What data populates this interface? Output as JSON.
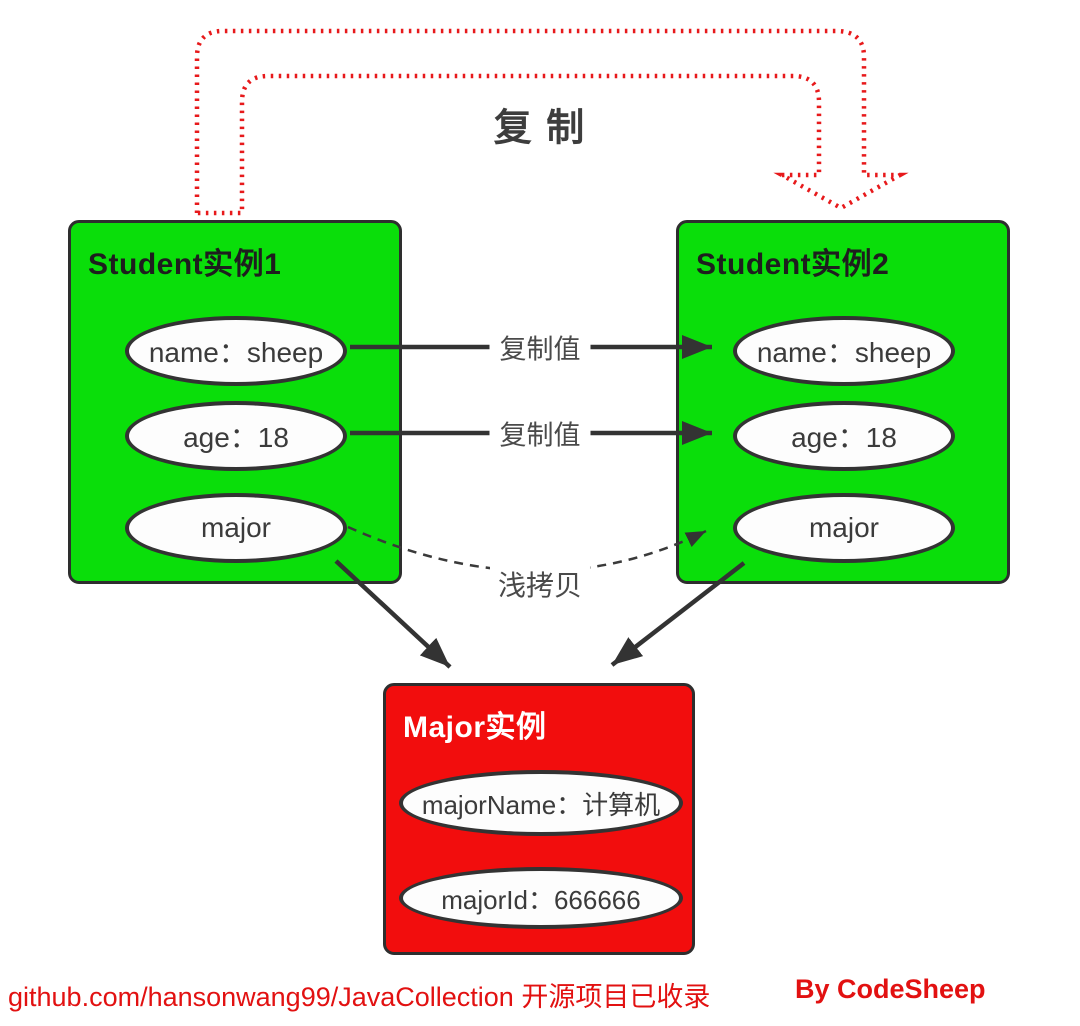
{
  "diagram": {
    "copy_label": "复 制",
    "student1": {
      "title": "Student实例1",
      "fields": [
        "name：sheep",
        "age：18",
        "major"
      ]
    },
    "student2": {
      "title": "Student实例2",
      "fields": [
        "name：sheep",
        "age：18",
        "major"
      ]
    },
    "major": {
      "title": "Major实例",
      "fields": [
        "majorName：计算机",
        "majorId：666666"
      ]
    },
    "arrow_labels": {
      "copy_value_top": "复制值",
      "copy_value_bottom": "复制值",
      "shallow_copy": "浅拷贝"
    }
  },
  "footer": {
    "repo": "github.com/hansonwang99/JavaCollection 开源项目已收录",
    "credit": "By CodeSheep"
  },
  "colors": {
    "box_green": "#0ade0a",
    "box_red": "#f20d0d",
    "dotted_arrow_red": "#e7191b",
    "footer_red": "#e21111",
    "stroke_dark": "#333333",
    "ellipse_fill": "#fdfdfd"
  }
}
